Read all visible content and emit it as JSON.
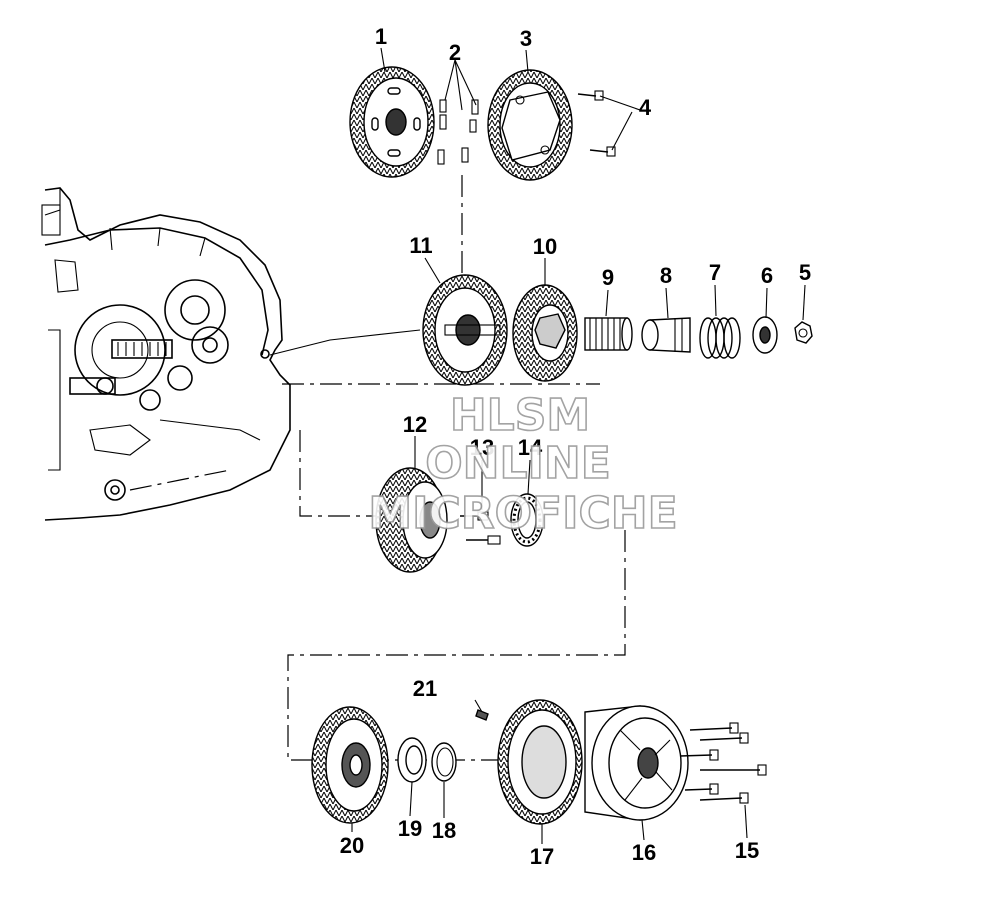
{
  "diagram": {
    "callouts": [
      {
        "id": "1",
        "label": "1"
      },
      {
        "id": "2",
        "label": "2"
      },
      {
        "id": "3",
        "label": "3"
      },
      {
        "id": "4",
        "label": "4"
      },
      {
        "id": "5",
        "label": "5"
      },
      {
        "id": "6",
        "label": "6"
      },
      {
        "id": "7",
        "label": "7"
      },
      {
        "id": "8",
        "label": "8"
      },
      {
        "id": "9",
        "label": "9"
      },
      {
        "id": "10",
        "label": "10"
      },
      {
        "id": "11",
        "label": "11"
      },
      {
        "id": "12",
        "label": "12"
      },
      {
        "id": "13",
        "label": "13"
      },
      {
        "id": "14",
        "label": "14"
      },
      {
        "id": "15",
        "label": "15"
      },
      {
        "id": "16",
        "label": "16"
      },
      {
        "id": "17",
        "label": "17"
      },
      {
        "id": "18",
        "label": "18"
      },
      {
        "id": "19",
        "label": "19"
      },
      {
        "id": "20",
        "label": "20"
      },
      {
        "id": "21",
        "label": "21"
      }
    ],
    "watermark": {
      "line1": "HLSM",
      "line2": "ONLINE",
      "line3": "MICROFICHE"
    }
  }
}
